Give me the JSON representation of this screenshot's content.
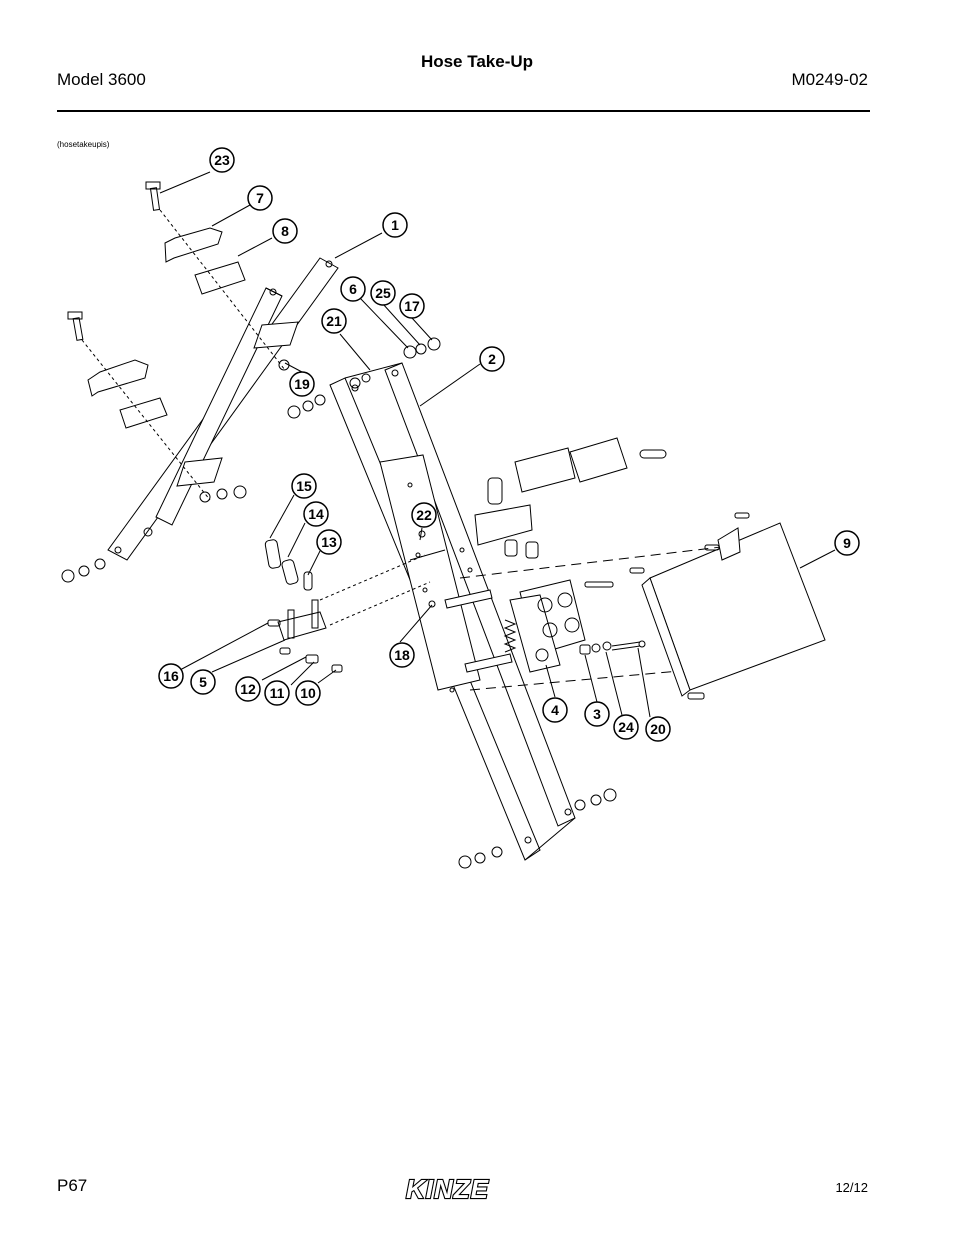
{
  "header": {
    "title": "Hose Take-Up",
    "model": "Model 3600",
    "doc_number": "M0249-02"
  },
  "figure": {
    "id_label": "(hosetakeupis)",
    "callouts": [
      "1",
      "2",
      "3",
      "4",
      "5",
      "6",
      "7",
      "8",
      "9",
      "10",
      "11",
      "12",
      "13",
      "14",
      "15",
      "16",
      "17",
      "18",
      "19",
      "20",
      "21",
      "22",
      "23",
      "24",
      "25"
    ]
  },
  "footer": {
    "page": "P67",
    "date": "12/12",
    "brand": "KINZE"
  }
}
